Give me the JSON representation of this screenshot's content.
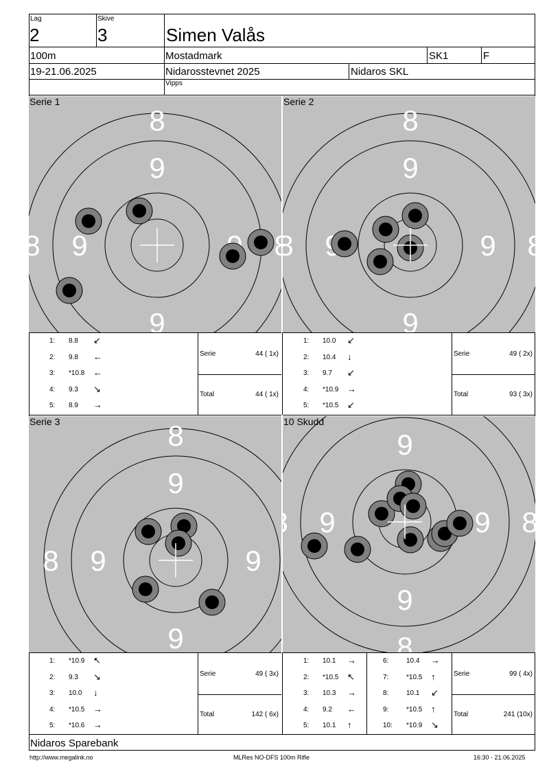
{
  "header": {
    "lag_label": "Lag",
    "lag_value": "2",
    "skive_label": "Skive",
    "skive_value": "3",
    "shooter_name": "Simen Valås",
    "distance": "100m",
    "club": "Mostadmark",
    "class": "SK1",
    "grade": "F",
    "date": "19-21.06.2025",
    "event": "Nidarosstevnet 2025",
    "organizer": "Nidaros SKL",
    "extra": "Vipps"
  },
  "targets": [
    {
      "title": "Serie 1",
      "ring_label": "9",
      "outer_label": "8",
      "shots": [
        {
          "n": "1:",
          "score": "8.8",
          "arrow": "↙"
        },
        {
          "n": "2:",
          "score": "9.8",
          "arrow": "←"
        },
        {
          "n": "3:",
          "score": "*10.8",
          "arrow": "←"
        },
        {
          "n": "4:",
          "score": "9.3",
          "arrow": "↘"
        },
        {
          "n": "5:",
          "score": "8.9",
          "arrow": "→"
        }
      ],
      "serie_label": "Serie",
      "serie_value": "44 ( 1x)",
      "total_label": "Total",
      "total_value": "44 ( 1x)"
    },
    {
      "title": "Serie 2",
      "ring_label": "9",
      "outer_label": "8",
      "shots": [
        {
          "n": "1:",
          "score": "10.0",
          "arrow": "↙"
        },
        {
          "n": "2:",
          "score": "10.4",
          "arrow": "↓"
        },
        {
          "n": "3:",
          "score": "9.7",
          "arrow": "↙"
        },
        {
          "n": "4:",
          "score": "*10.9",
          "arrow": "→"
        },
        {
          "n": "5:",
          "score": "*10.5",
          "arrow": "↙"
        }
      ],
      "serie_label": "Serie",
      "serie_value": "49 ( 2x)",
      "total_label": "Total",
      "total_value": "93 ( 3x)"
    },
    {
      "title": "Serie 3",
      "ring_label": "9",
      "outer_label": "8",
      "shots": [
        {
          "n": "1:",
          "score": "*10.9",
          "arrow": "↖"
        },
        {
          "n": "2:",
          "score": "9.3",
          "arrow": "↘"
        },
        {
          "n": "3:",
          "score": "10.0",
          "arrow": "↓"
        },
        {
          "n": "4:",
          "score": "*10.5",
          "arrow": "→"
        },
        {
          "n": "5:",
          "score": "*10.6",
          "arrow": "→"
        }
      ],
      "serie_label": "Serie",
      "serie_value": "49 ( 3x)",
      "total_label": "Total",
      "total_value": "142 ( 6x)"
    },
    {
      "title": "10 Skudd",
      "ring_label": "9",
      "outer_label": "8",
      "shots": [
        {
          "n": "1:",
          "score": "10.1",
          "arrow": "→"
        },
        {
          "n": "2:",
          "score": "*10.5",
          "arrow": "↖"
        },
        {
          "n": "3:",
          "score": "10.3",
          "arrow": "→"
        },
        {
          "n": "4:",
          "score": "9.2",
          "arrow": "←"
        },
        {
          "n": "5:",
          "score": "10.1",
          "arrow": "↑"
        },
        {
          "n": "6:",
          "score": "10.4",
          "arrow": "→"
        },
        {
          "n": "7:",
          "score": "*10.5",
          "arrow": "↑"
        },
        {
          "n": "8:",
          "score": "10.1",
          "arrow": "↙"
        },
        {
          "n": "9:",
          "score": "*10.5",
          "arrow": "↑"
        },
        {
          "n": "10:",
          "score": "*10.9",
          "arrow": "↘"
        }
      ],
      "serie_label": "Serie",
      "serie_value": "99 ( 4x)",
      "total_label": "Total",
      "total_value": "241 (10x)"
    }
  ],
  "sponsor": "Nidaros Sparebank",
  "footer": {
    "url": "http://www.megalink.no",
    "system": "MLRes NO-DFS 100m Rifle",
    "timestamp": "16:30 - 21.06.2025"
  },
  "colors": {
    "target_bg": "#c0c0c0",
    "shot_ring": "#808080",
    "shot_core": "#000000"
  }
}
